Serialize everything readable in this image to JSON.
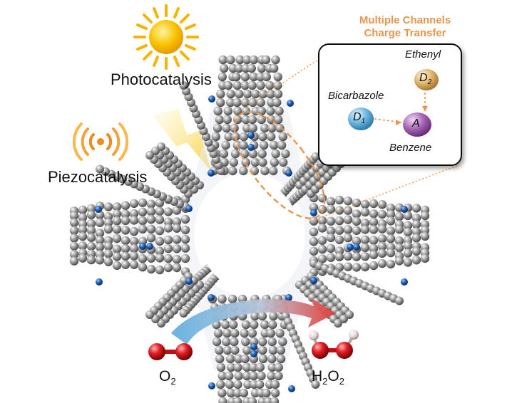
{
  "labels": {
    "photocatalysis": "Photocatalysis",
    "piezocatalysis": "Piezocatalysis",
    "multiple_channels": "Multiple Channels",
    "charge_transfer": "Charge Transfer"
  },
  "inset": {
    "ethenyl": "Ethenyl",
    "bicarbazole": "Bicarbazole",
    "benzene": "Benzene",
    "d1": "D",
    "d1_sub": "1",
    "d2": "D",
    "d2_sub": "2",
    "a": "A"
  },
  "molecules": {
    "o2_main": "O",
    "o2_sub": "2",
    "h2o2_h": "H",
    "h2o2_h_sub": "2",
    "h2o2_o": "O",
    "h2o2_o_sub": "2"
  },
  "colors": {
    "orange": "#e8954d",
    "sun": "#f6b400",
    "carbon": "#8a8a8a",
    "nitrogen": "#1f5fb4",
    "oxygen": "#d61f26",
    "d1": "#6cb6e0",
    "d2": "#e0b56c",
    "a": "#a665b5"
  }
}
